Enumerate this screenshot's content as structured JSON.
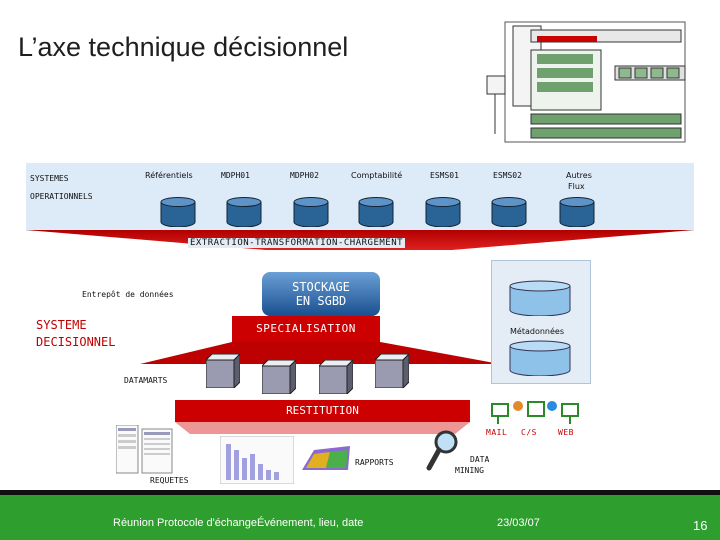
{
  "title": "L’axe technique décisionnel",
  "operational": {
    "label_line1": "SYSTEMES",
    "label_line2": "OPERATIONNELS",
    "sources": [
      "Référentiels",
      "MDPH01",
      "MDPH02",
      "Comptabilité",
      "ESMS01",
      "ESMS02"
    ],
    "autres_line1": "Autres",
    "autres_line2": "Flux"
  },
  "etl_label": "EXTRACTION-TRANSFORMATION-CHARGEMENT",
  "entrepot_label": "Entrepôt de données",
  "stockage_line1": "STOCKAGE",
  "stockage_line2": "EN SGBD",
  "decisionnel_line1": "SYSTEME",
  "decisionnel_line2": "DECISIONNEL",
  "specialisation_label": "SPECIALISATION",
  "metadonnees_label": "Métadonnées",
  "datamarts_label": "DATAMARTS",
  "restitution_label": "RESTITUTION",
  "channels": {
    "mail": "MAIL",
    "cs": "C/S",
    "web": "WEB"
  },
  "rapports_label": "RAPPORTS",
  "requetes_label": "REQUETES",
  "datamining_line1": "DATA",
  "datamining_line2": "MINING",
  "footer": {
    "meeting": "Réunion  Protocole d'échangeÉvénement, lieu, date",
    "date": "23/03/07",
    "page": "16"
  },
  "colors": {
    "accent_red": "#cc0000",
    "footer_green": "#2e9e2e",
    "db_blue": "#2a6496"
  }
}
